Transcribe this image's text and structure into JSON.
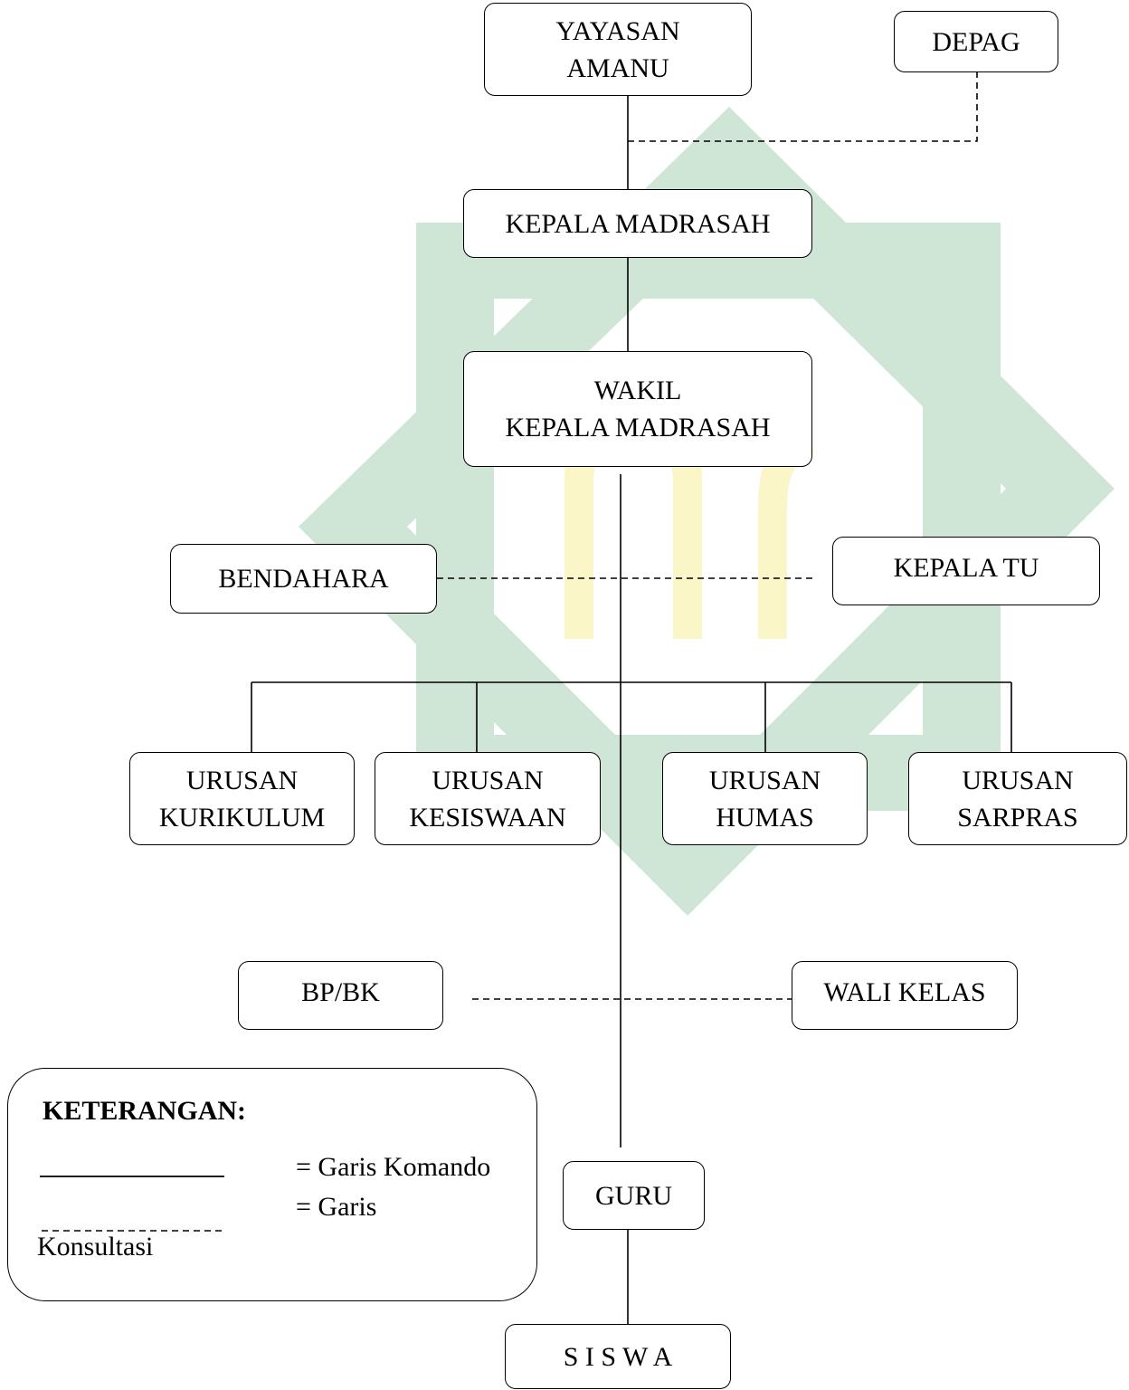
{
  "colors": {
    "watermark_green": "#cfe5d6",
    "watermark_yellow": "#fbf6c8",
    "line": "#000000"
  },
  "nodes": {
    "yayasan": [
      "YAYASAN",
      "AMANU"
    ],
    "depag": [
      "DEPAG"
    ],
    "kepala_madrasah": [
      "KEPALA MADRASAH"
    ],
    "wakil": [
      "WAKIL",
      "KEPALA MADRASAH"
    ],
    "bendahara": [
      "BENDAHARA"
    ],
    "kepala_tu": [
      "KEPALA TU"
    ],
    "kurikulum": [
      "URUSAN",
      "KURIKULUM"
    ],
    "kesiswaan": [
      "URUSAN",
      "KESISWAAN"
    ],
    "humas": [
      "URUSAN",
      "HUMAS"
    ],
    "sarpras": [
      "URUSAN",
      "SARPRAS"
    ],
    "bpbk": [
      "BP/BK"
    ],
    "wali_kelas": [
      "WALI KELAS"
    ],
    "guru": [
      "GURU"
    ],
    "siswa": [
      "S I S W A"
    ]
  },
  "legend": {
    "title": "KETERANGAN:",
    "komando": "= Garis Komando",
    "garis": "= Garis",
    "konsultasi": "Konsultasi"
  }
}
